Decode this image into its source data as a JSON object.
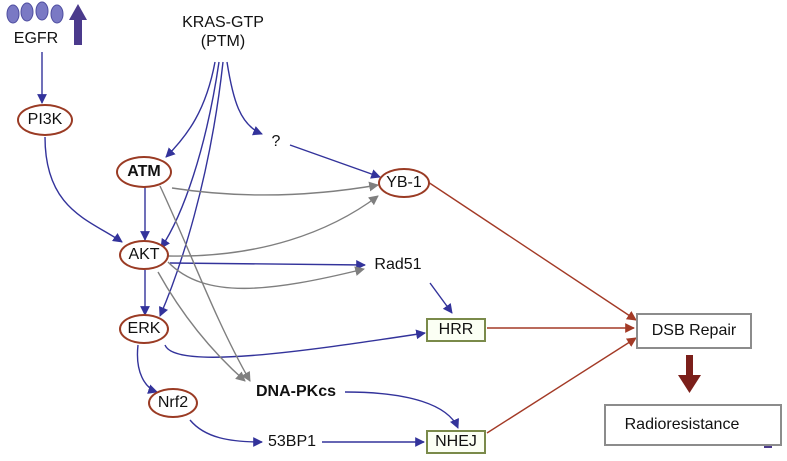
{
  "colors": {
    "blue_arrow": "#33339b",
    "gray_arrow": "#7f7f7f",
    "red_arrow": "#a33a26",
    "dark_red_arrow": "#7b1f1a",
    "up_arrow": "#4b3a8c",
    "egfr_dots": "#7a79c4",
    "oval_border": "#9a3b24",
    "green_box_border": "#7a8a4a",
    "gray_box_border": "#8c8c8c"
  },
  "nodes": {
    "egfr": "EGFR",
    "kras_line1": "KRAS-GTP",
    "kras_line2": "(PTM)",
    "pi3k": "PI3K",
    "question": "?",
    "atm": "ATM",
    "yb1": "YB-1",
    "akt": "AKT",
    "rad51": "Rad51",
    "erk": "ERK",
    "hrr": "HRR",
    "dsb_repair": "DSB Repair",
    "dna_pkcs": "DNA-PKcs",
    "nrf2": "Nrf2",
    "bp53": "53BP1",
    "nhej": "NHEJ",
    "radioresistance": "Radioresistance"
  },
  "icons": {
    "egfr_up": "up-arrow-icon",
    "radioresistance_up": "up-arrow-icon"
  }
}
